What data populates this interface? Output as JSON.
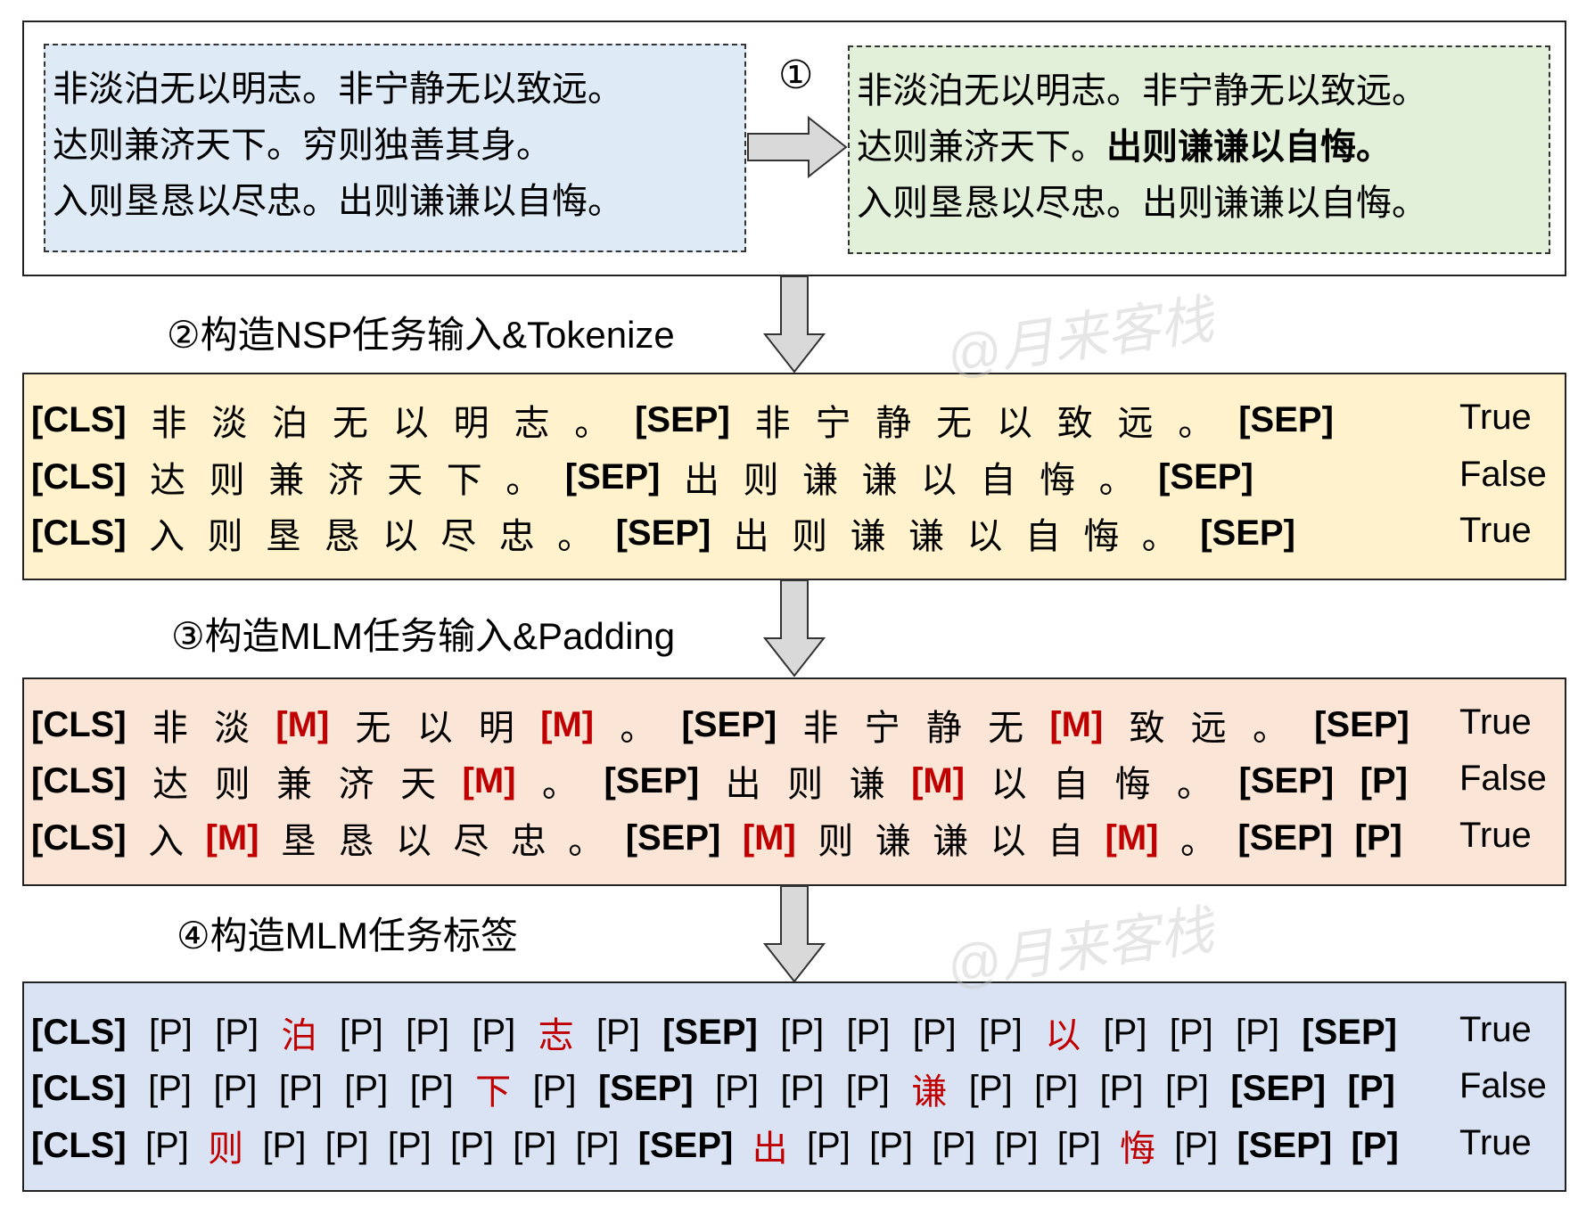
{
  "top": {
    "circle_label": "①",
    "original_lines": [
      "非淡泊无以明志。非宁静无以致远。",
      "达则兼济天下。穷则独善其身。",
      "入则垦恳以尽忠。出则谦谦以自悔。"
    ],
    "augmented_lines": [
      {
        "a": "非淡泊无以明志。非宁静无以致远。",
        "b": ""
      },
      {
        "a": "达则兼济天下。",
        "b": "出则谦谦以自悔。"
      },
      {
        "a": "入则垦恳以尽忠。出则谦谦以自悔。",
        "b": ""
      }
    ]
  },
  "steps": {
    "nsp": "②构造NSP任务输入&Tokenize",
    "mlm": "③构造MLM任务输入&Padding",
    "labels": "④构造MLM任务标签"
  },
  "watermark": "@月来客栈",
  "nsp_rows": [
    {
      "tokens": [
        "[CLS]",
        "非",
        "淡",
        "泊",
        "无",
        "以",
        "明",
        "志",
        "。",
        "[SEP]",
        "非",
        "宁",
        "静",
        "无",
        "以",
        "致",
        "远",
        "。",
        "[SEP]"
      ],
      "red": [],
      "label": "True"
    },
    {
      "tokens": [
        "[CLS]",
        "达",
        "则",
        "兼",
        "济",
        "天",
        "下",
        "。",
        "[SEP]",
        "出",
        "则",
        "谦",
        "谦",
        "以",
        "自",
        "悔",
        "。",
        "[SEP]"
      ],
      "red": [],
      "label": "False"
    },
    {
      "tokens": [
        "[CLS]",
        "入",
        "则",
        "垦",
        "恳",
        "以",
        "尽",
        "忠",
        "。",
        "[SEP]",
        "出",
        "则",
        "谦",
        "谦",
        "以",
        "自",
        "悔",
        "。",
        "[SEP]"
      ],
      "red": [],
      "label": "True"
    }
  ],
  "mlm_rows": [
    {
      "tokens": [
        "[CLS]",
        "非",
        "淡",
        "[M]",
        "无",
        "以",
        "明",
        "[M]",
        "。",
        "[SEP]",
        "非",
        "宁",
        "静",
        "无",
        "[M]",
        "致",
        "远",
        "。",
        "[SEP]"
      ],
      "red": [
        3,
        7,
        14
      ],
      "label": "True"
    },
    {
      "tokens": [
        "[CLS]",
        "达",
        "则",
        "兼",
        "济",
        "天",
        "[M]",
        "。",
        "[SEP]",
        "出",
        "则",
        "谦",
        "[M]",
        "以",
        "自",
        "悔",
        "。",
        "[SEP]",
        "[P]"
      ],
      "red": [
        6,
        12
      ],
      "label": "False"
    },
    {
      "tokens": [
        "[CLS]",
        "入",
        "[M]",
        "垦",
        "恳",
        "以",
        "尽",
        "忠",
        "。",
        "[SEP]",
        "[M]",
        "则",
        "谦",
        "谦",
        "以",
        "自",
        "[M]",
        "。",
        "[SEP]",
        "[P]"
      ],
      "red": [
        2,
        10,
        16
      ],
      "label": "True"
    }
  ],
  "label_rows": [
    {
      "tokens": [
        "[CLS]",
        "[P]",
        "[P]",
        "泊",
        "[P]",
        "[P]",
        "[P]",
        "志",
        "[P]",
        "[SEP]",
        "[P]",
        "[P]",
        "[P]",
        "[P]",
        "以",
        "[P]",
        "[P]",
        "[P]",
        "[SEP]"
      ],
      "red": [
        3,
        7,
        14
      ],
      "label": "True"
    },
    {
      "tokens": [
        "[CLS]",
        "[P]",
        "[P]",
        "[P]",
        "[P]",
        "[P]",
        "下",
        "[P]",
        "[SEP]",
        "[P]",
        "[P]",
        "[P]",
        "谦",
        "[P]",
        "[P]",
        "[P]",
        "[P]",
        "[SEP]",
        "[P]"
      ],
      "red": [
        6,
        12
      ],
      "label": "False"
    },
    {
      "tokens": [
        "[CLS]",
        "[P]",
        "则",
        "[P]",
        "[P]",
        "[P]",
        "[P]",
        "[P]",
        "[P]",
        "[SEP]",
        "出",
        "[P]",
        "[P]",
        "[P]",
        "[P]",
        "[P]",
        "悔",
        "[P]",
        "[SEP]",
        "[P]"
      ],
      "red": [
        2,
        10,
        16
      ],
      "label": "True"
    }
  ],
  "colors": {
    "mask": "#C00000",
    "nsp_fill": "#FFF2CC",
    "mlm_fill": "#FBE5D6",
    "label_fill": "#DAE3F3",
    "orig_fill": "#DEEBF7",
    "aug_fill": "#E2F0D9"
  }
}
